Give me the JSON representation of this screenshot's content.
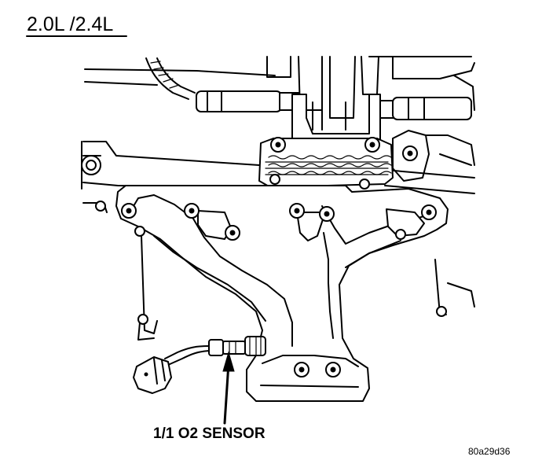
{
  "title": "2.0L /2.4L",
  "callout": {
    "label": "1/1 O2 SENSOR"
  },
  "reference_code": "80a29d36",
  "colors": {
    "line": "#000000",
    "background": "#ffffff"
  }
}
